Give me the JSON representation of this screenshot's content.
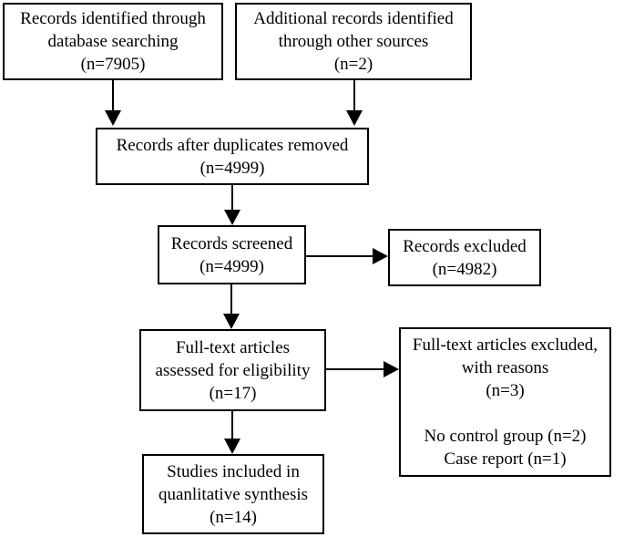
{
  "diagram": {
    "kind": "study-selection-flowchart",
    "colors": {
      "background": "#ffffff",
      "border": "#000000",
      "text": "#000000",
      "arrow": "#000000"
    },
    "nodes": {
      "identified": {
        "lines": [
          "Records identified through",
          "database searching",
          "(n=7905)"
        ]
      },
      "additional": {
        "lines": [
          "Additional records identified",
          "through other sources",
          "(n=2)"
        ]
      },
      "dedup": {
        "lines": [
          "Records after duplicates removed",
          "(n=4999)"
        ]
      },
      "screened": {
        "lines": [
          "Records screened",
          "(n=4999)"
        ]
      },
      "excluded": {
        "lines": [
          "Records excluded",
          "(n=4982)"
        ]
      },
      "fulltext": {
        "lines": [
          "Full-text articles",
          "assessed for eligibility",
          "(n=17)"
        ]
      },
      "fulltext_excluded": {
        "lines": [
          "Full-text articles excluded,",
          "with reasons",
          "(n=3)",
          "",
          "No control group (n=2)",
          "Case report (n=1)"
        ]
      },
      "included": {
        "lines": [
          "Studies included in",
          "quanlitative synthesis",
          "(n=14)"
        ]
      }
    },
    "edges": [
      {
        "from": "identified",
        "to": "dedup",
        "direction": "down"
      },
      {
        "from": "additional",
        "to": "dedup",
        "direction": "down"
      },
      {
        "from": "dedup",
        "to": "screened",
        "direction": "down"
      },
      {
        "from": "screened",
        "to": "excluded",
        "direction": "right"
      },
      {
        "from": "screened",
        "to": "fulltext",
        "direction": "down"
      },
      {
        "from": "fulltext",
        "to": "fulltext_excluded",
        "direction": "right"
      },
      {
        "from": "fulltext",
        "to": "included",
        "direction": "down"
      }
    ]
  }
}
